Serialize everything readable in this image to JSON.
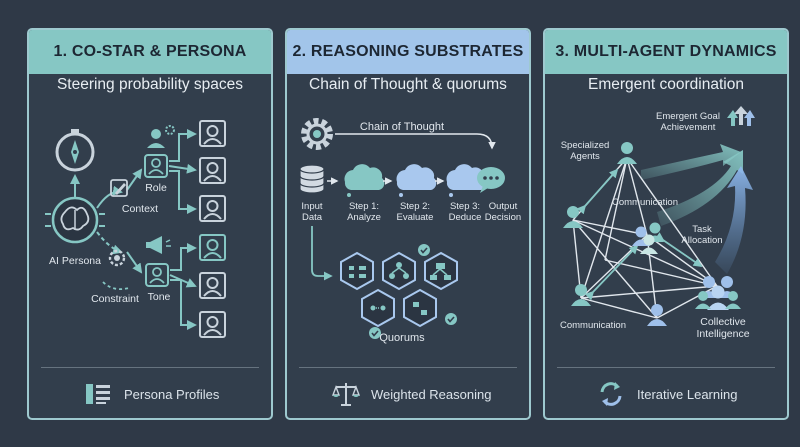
{
  "colors": {
    "teal": "#86c7c4",
    "blue": "#a2c5ea",
    "panel": "#323e4c",
    "background": "#2f3947"
  },
  "panels": [
    {
      "title": "1. CO-STAR & PERSONA",
      "subtitle": "Steering probability spaces",
      "labels": {
        "ai_persona": "AI Persona",
        "role": "Role",
        "context": "Context",
        "constraint": "Constraint",
        "tone": "Tone"
      },
      "footer": "Persona Profiles",
      "icons": [
        "compass-icon",
        "brain-chip-icon",
        "gear-person-icon",
        "pencil-icon",
        "megaphone-icon",
        "gear-icon",
        "user-frame-icon",
        "list-icon"
      ]
    },
    {
      "title": "2. REASONING SUBSTRATES",
      "subtitle": "Chain of Thought & quorums",
      "labels": {
        "chain_of_thought": "Chain of Thought",
        "input_data": [
          "Input",
          "Data"
        ],
        "step1": [
          "Step 1:",
          "Analyze"
        ],
        "step2": [
          "Step 2:",
          "Evaluate"
        ],
        "step3": [
          "Step 3:",
          "Deduce"
        ],
        "output_decision": [
          "Output",
          "Decision"
        ],
        "quorums": "Quorums"
      },
      "footer": "Weighted Reasoning",
      "icons": [
        "gear-icon",
        "database-icon",
        "thought-cloud-icon",
        "speech-bubble-icon",
        "hexagon-icon",
        "check-icon",
        "scale-icon"
      ]
    },
    {
      "title": "3. MULTI-AGENT DYNAMICS",
      "subtitle": "Emergent coordination",
      "labels": {
        "specialized_agents": [
          "Specialized",
          "Agents"
        ],
        "emergent_goal": [
          "Emergent Goal",
          "Achievement"
        ],
        "communication_top": "Communication",
        "task_allocation": [
          "Task",
          "Allocation"
        ],
        "communication_bottom": "Communication",
        "collective_intelligence": [
          "Collective",
          "Intelligence"
        ]
      },
      "footer": "Iterative Learning",
      "icons": [
        "agent-icon",
        "agent-group-icon",
        "goal-arrows-icon",
        "cycle-icon"
      ]
    }
  ]
}
